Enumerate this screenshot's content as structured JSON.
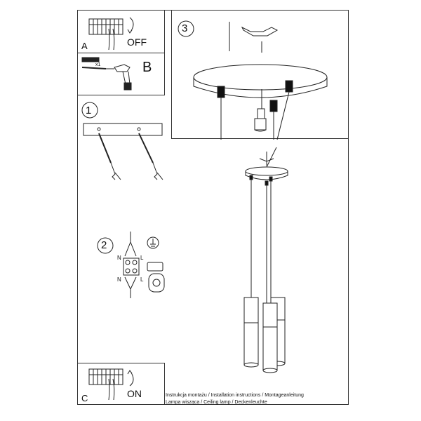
{
  "steps": {
    "a_label": "A",
    "b_label": "B",
    "c_label": "C",
    "step1": "1",
    "step2": "2",
    "step3": "3",
    "off_text": "OFF",
    "on_text": "ON",
    "screwdriver_qty": "x1"
  },
  "wiring": {
    "n_top": "N",
    "l_top": "L",
    "n_bottom": "N",
    "l_bottom": "L"
  },
  "footer": {
    "line1": "Instrukcja montażu / Installation instructions / Montageanleitung",
    "line2": "Lampa wisząca / Ceiling lamp / Deckenleuchte"
  },
  "colors": {
    "stroke": "#222222",
    "socket": "#111111",
    "panel": "#ffffff"
  }
}
